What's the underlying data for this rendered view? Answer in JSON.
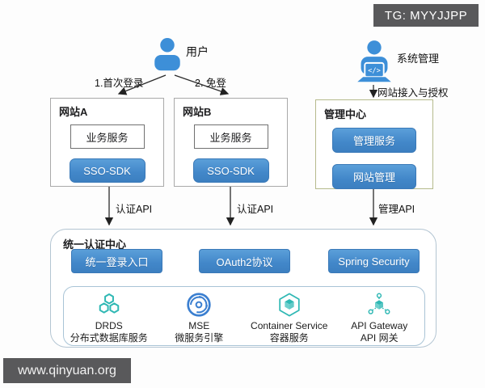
{
  "badge": {
    "text": "TG: MYYJJPP"
  },
  "watermark": {
    "text": "www.qinyuan.org"
  },
  "actors": {
    "user": {
      "label": "用户"
    },
    "admin": {
      "label": "系统管理",
      "laptop_glyph": "</>"
    }
  },
  "flows": {
    "first_login": "1.首次登录",
    "sso_login": "2. 免登",
    "site_access": "网站接入与授权",
    "auth_api_a": "认证API",
    "auth_api_b": "认证API",
    "admin_api": "管理API"
  },
  "site_a": {
    "title": "网站A",
    "service": "业务服务",
    "sdk": "SSO-SDK"
  },
  "site_b": {
    "title": "网站B",
    "service": "业务服务",
    "sdk": "SSO-SDK"
  },
  "admin_center": {
    "title": "管理中心",
    "buttons": [
      "管理服务",
      "网站管理"
    ]
  },
  "auth_center": {
    "title": "统一认证中心",
    "buttons": [
      "统一登录入口",
      "OAuth2协议",
      "Spring Security"
    ],
    "infrastructure": [
      {
        "icon": "drds-hexagons-icon",
        "name": "DRDS",
        "desc": "分布式数据库服务"
      },
      {
        "icon": "mse-spiral-icon",
        "name": "MSE",
        "desc": "微服务引擎"
      },
      {
        "icon": "container-cube-icon",
        "name": "Container Service",
        "desc": "容器服务"
      },
      {
        "icon": "api-gateway-icon",
        "name": "API Gateway",
        "desc": "API 网关"
      }
    ]
  },
  "colors": {
    "button_blue": "#4287c9",
    "actor_blue": "#3d8fd8",
    "teal_icon": "#2fb8b4",
    "mse_blue": "#3b7fd0",
    "admin_border_olive": "#b5ba8c",
    "auth_border": "#b3c5d2",
    "badge_bg": "#59595b"
  }
}
